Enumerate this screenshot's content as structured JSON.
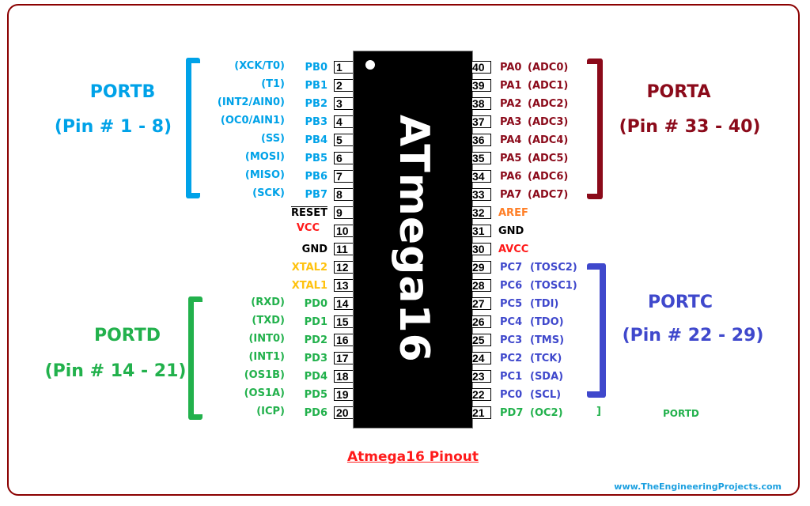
{
  "title": "Atmega16 Pinout",
  "watermark": "www.TheEngineeringProjects.com",
  "chip": {
    "label": "ATmega16"
  },
  "colors": {
    "frame": "#8b0000",
    "portb": "#00a2e8",
    "porta": "#8b0a1a",
    "portc": "#3f48cc",
    "portd": "#22b14c",
    "power_red": "#ff1a1a",
    "xtal": "#ffc20e",
    "aref": "#ff7f27",
    "black": "#000000"
  },
  "ports": {
    "portb": {
      "name": "PORTB",
      "range": "(Pin # 1 - 8)"
    },
    "porta": {
      "name": "PORTA",
      "range": "(Pin # 33 - 40)"
    },
    "portc": {
      "name": "PORTC",
      "range": "(Pin # 22 - 29)"
    },
    "portd": {
      "name": "PORTD",
      "range": "(Pin # 14 - 21)"
    },
    "portd_note": {
      "name": "PORTD",
      "bracket": "]"
    }
  },
  "left_pins": [
    {
      "num": "1",
      "name": "PB0",
      "alt": "(XCK/T0)",
      "color": "#00a2e8"
    },
    {
      "num": "2",
      "name": "PB1",
      "alt": "(T1)",
      "color": "#00a2e8"
    },
    {
      "num": "3",
      "name": "PB2",
      "alt": "(INT2/AIN0)",
      "color": "#00a2e8"
    },
    {
      "num": "4",
      "name": "PB3",
      "alt": "(OC0/AIN1)",
      "color": "#00a2e8"
    },
    {
      "num": "5",
      "name": "PB4",
      "alt": "(SS)",
      "color": "#00a2e8"
    },
    {
      "num": "6",
      "name": "PB5",
      "alt": "(MOSI)",
      "color": "#00a2e8"
    },
    {
      "num": "7",
      "name": "PB6",
      "alt": "(MISO)",
      "color": "#00a2e8"
    },
    {
      "num": "8",
      "name": "PB7",
      "alt": "(SCK)",
      "color": "#00a2e8"
    },
    {
      "num": "9",
      "name": "RESET",
      "alt": "",
      "color": "#000000"
    },
    {
      "num": "10",
      "name": "VCC",
      "alt": "",
      "color": "#ff1a1a"
    },
    {
      "num": "11",
      "name": "GND",
      "alt": "",
      "color": "#000000"
    },
    {
      "num": "12",
      "name": "XTAL2",
      "alt": "",
      "color": "#ffc20e"
    },
    {
      "num": "13",
      "name": "XTAL1",
      "alt": "",
      "color": "#ffc20e"
    },
    {
      "num": "14",
      "name": "PD0",
      "alt": "(RXD)",
      "color": "#22b14c"
    },
    {
      "num": "15",
      "name": "PD1",
      "alt": "(TXD)",
      "color": "#22b14c"
    },
    {
      "num": "16",
      "name": "PD2",
      "alt": "(INT0)",
      "color": "#22b14c"
    },
    {
      "num": "17",
      "name": "PD3",
      "alt": "(INT1)",
      "color": "#22b14c"
    },
    {
      "num": "18",
      "name": "PD4",
      "alt": "(OS1B)",
      "color": "#22b14c"
    },
    {
      "num": "19",
      "name": "PD5",
      "alt": "(OS1A)",
      "color": "#22b14c"
    },
    {
      "num": "20",
      "name": "PD6",
      "alt": "(ICP)",
      "color": "#22b14c"
    }
  ],
  "right_pins": [
    {
      "num": "40",
      "name": "PA0",
      "alt": "(ADC0)",
      "color": "#8b0a1a"
    },
    {
      "num": "39",
      "name": "PA1",
      "alt": "(ADC1)",
      "color": "#8b0a1a"
    },
    {
      "num": "38",
      "name": "PA2",
      "alt": "(ADC2)",
      "color": "#8b0a1a"
    },
    {
      "num": "37",
      "name": "PA3",
      "alt": "(ADC3)",
      "color": "#8b0a1a"
    },
    {
      "num": "36",
      "name": "PA4",
      "alt": "(ADC4)",
      "color": "#8b0a1a"
    },
    {
      "num": "35",
      "name": "PA5",
      "alt": "(ADC5)",
      "color": "#8b0a1a"
    },
    {
      "num": "34",
      "name": "PA6",
      "alt": "(ADC6)",
      "color": "#8b0a1a"
    },
    {
      "num": "33",
      "name": "PA7",
      "alt": "(ADC7)",
      "color": "#8b0a1a"
    },
    {
      "num": "32",
      "name": "AREF",
      "alt": "",
      "color": "#ff7f27"
    },
    {
      "num": "31",
      "name": "GND",
      "alt": "",
      "color": "#000000"
    },
    {
      "num": "30",
      "name": "AVCC",
      "alt": "",
      "color": "#ff1a1a"
    },
    {
      "num": "29",
      "name": "PC7",
      "alt": "(TOSC2)",
      "color": "#3f48cc"
    },
    {
      "num": "28",
      "name": "PC6",
      "alt": "(TOSC1)",
      "color": "#3f48cc"
    },
    {
      "num": "27",
      "name": "PC5",
      "alt": "(TDI)",
      "color": "#3f48cc"
    },
    {
      "num": "26",
      "name": "PC4",
      "alt": "(TDO)",
      "color": "#3f48cc"
    },
    {
      "num": "25",
      "name": "PC3",
      "alt": "(TMS)",
      "color": "#3f48cc"
    },
    {
      "num": "24",
      "name": "PC2",
      "alt": "(TCK)",
      "color": "#3f48cc"
    },
    {
      "num": "23",
      "name": "PC1",
      "alt": "(SDA)",
      "color": "#3f48cc"
    },
    {
      "num": "22",
      "name": "PC0",
      "alt": "(SCL)",
      "color": "#3f48cc"
    },
    {
      "num": "21",
      "name": "PD7",
      "alt": "(OC2)",
      "color": "#22b14c"
    }
  ]
}
